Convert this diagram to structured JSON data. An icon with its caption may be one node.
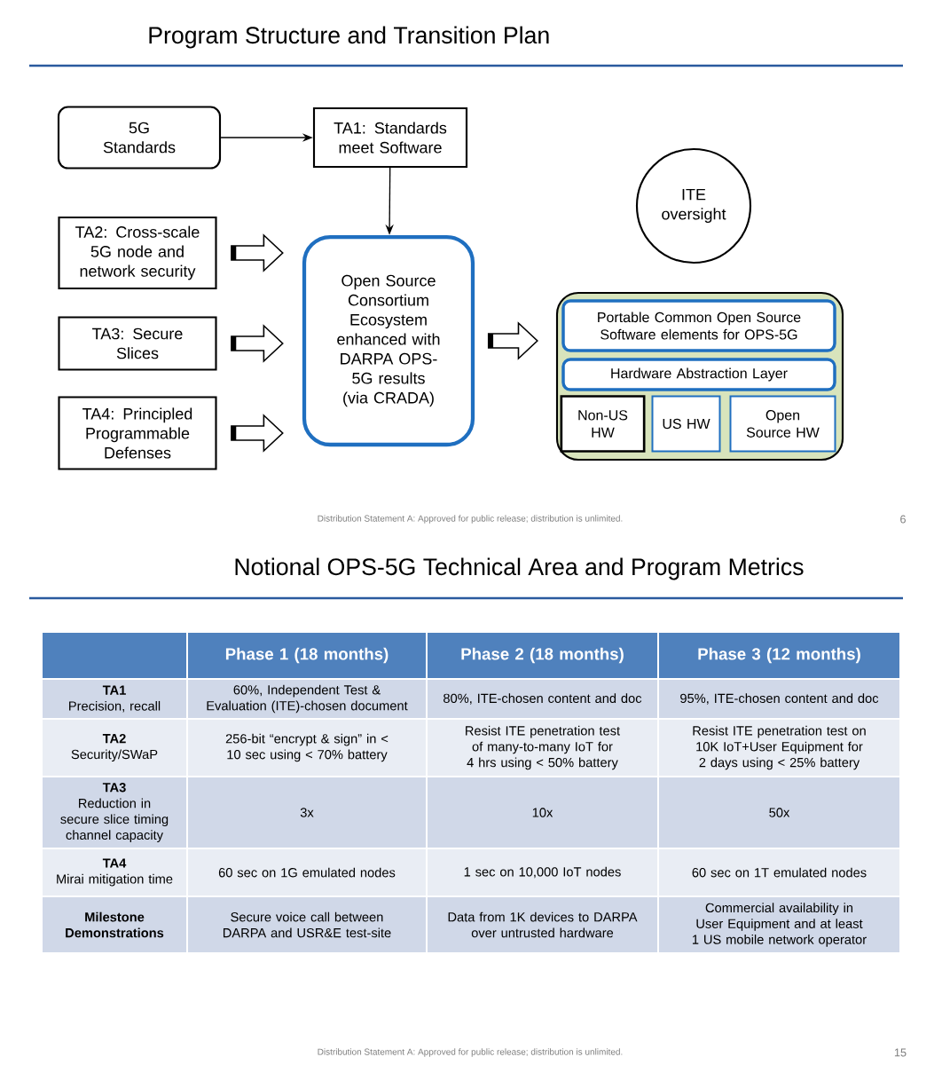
{
  "diagram": {
    "title": "Program Structure and Transition Plan",
    "nodes": [
      {
        "text": [
          "5G Standards"
        ]
      },
      {
        "text": [
          "TA1: Standards meet Software"
        ]
      },
      {
        "text": [
          "TA2: Cross-scale 5G node and network security"
        ]
      },
      {
        "text": [
          "TA3: Secure Slices"
        ]
      },
      {
        "text": [
          "TA4: Principled Programmable Defenses"
        ]
      },
      {
        "text": [
          "Open Source Consortium Ecosystem enhanced with DARPA OPS-5G results (via CRADA)"
        ]
      },
      {
        "text": [
          "ITE oversight"
        ]
      },
      {
        "text": [],
        "shape": "box"
      },
      {
        "text": [
          "Portable Common Open Source Software elements for OPS-5G"
        ],
        "in": 7
      },
      {
        "text": [
          "Hardware Abstraction Layer"
        ],
        "in": 7
      },
      {
        "text": [
          "Non-US HW"
        ],
        "in": 7
      },
      {
        "text": [
          "US HW"
        ],
        "in": 7
      },
      {
        "text": [
          "Open Source HW"
        ],
        "in": 7
      }
    ],
    "edges": [
      {
        "from": 0,
        "to": 1,
        "arrow": "to"
      },
      {
        "from": 1,
        "to": 5,
        "arrow": "to"
      },
      {
        "from": 2,
        "to": 5,
        "arrow": "to",
        "style": "thick"
      },
      {
        "from": 3,
        "to": 5,
        "arrow": "to",
        "style": "thick"
      },
      {
        "from": 4,
        "to": 5,
        "arrow": "to",
        "style": "thick"
      },
      {
        "from": 5,
        "to": 7,
        "arrow": "to",
        "style": "thick"
      }
    ],
    "labels": [
      "Distribution Statement A: Approved for public release; distribution is  unlimited.",
      "6",
      "Notional OPS-5G Technical Area and Program Metrics",
      "Phase 1 (18 months)",
      "Phase 2 (18 months)",
      "Phase 3 (12 months)",
      "TA1",
      "Precision, recall",
      "60%, Independent Test & Evaluation (ITE)-chosen document",
      "80%, ITE-chosen content and doc",
      "95%, ITE-chosen content and doc",
      "TA2",
      "Security/SWaP",
      "256-bit “encrypt & sign” in < 10 sec using < 70% battery",
      "Resist ITE penetration test of many-to-many IoT for 4 hrs using < 50% battery",
      "Resist ITE penetration test on 10K IoT+User Equipment for 2 days using < 25% battery",
      "TA3",
      "Reduction in secure slice timing channel capacity",
      "3x",
      "10x",
      "50x",
      "TA4",
      "Mirai mitigation time",
      "60 sec on 1G emulated nodes",
      "1 sec on 10,000 IoT nodes",
      "60 sec on 1T emulated nodes",
      "Milestone Demonstrations",
      "Secure voice call between DARPA and USR&E test-site",
      "Data from 1K devices to DARPA over untrusted hardware",
      "Commercial availability in User Equipment and at least 1 US mobile network operator",
      "Distribution Statement A: Approved for public release; distribution is  unlimited.",
      "15"
    ]
  }
}
